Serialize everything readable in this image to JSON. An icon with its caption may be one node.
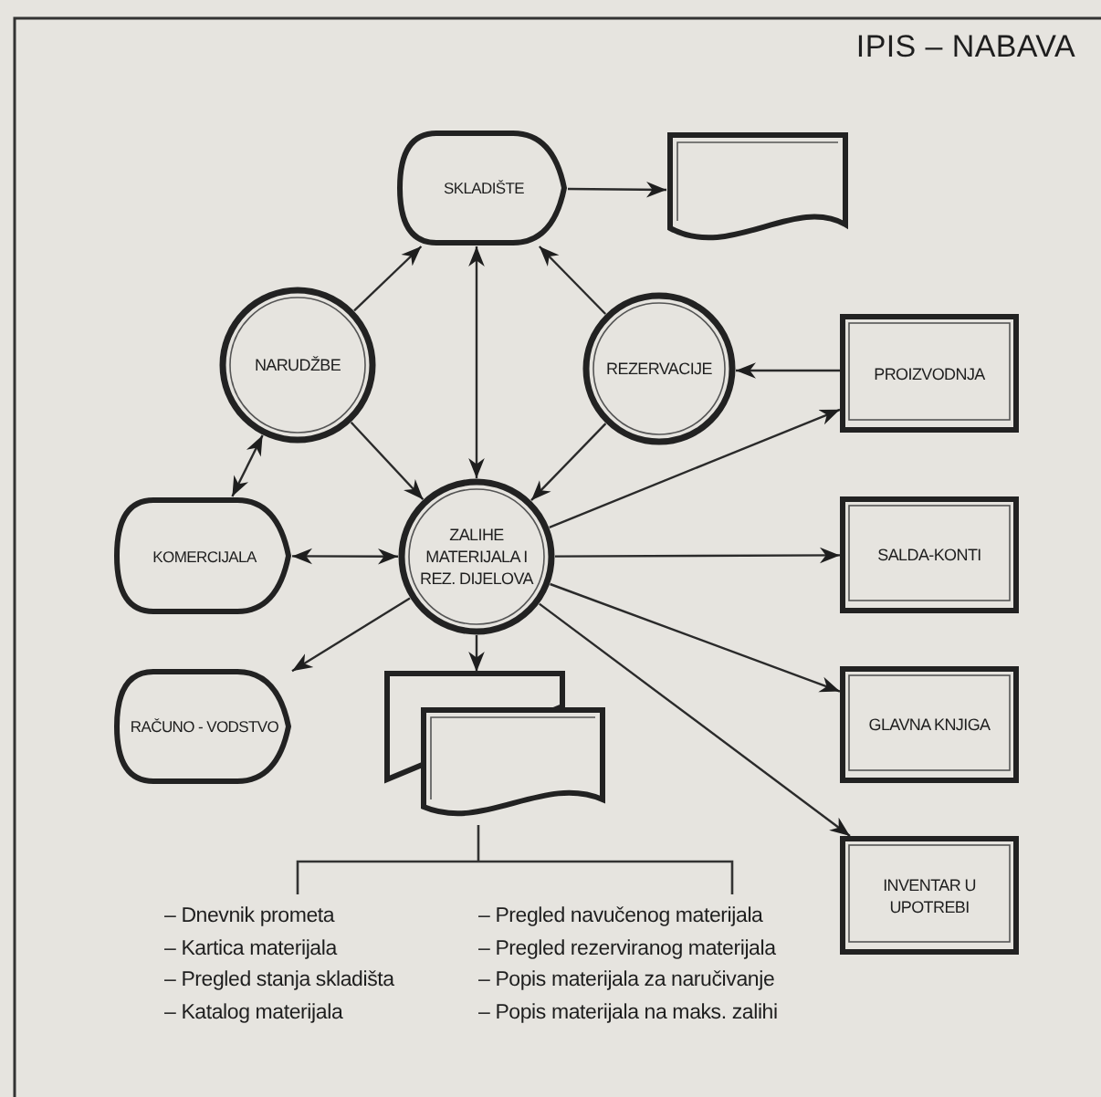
{
  "diagram": {
    "title": "IPIS – NABAVA",
    "nodes": [
      {
        "text": [
          "SKLADIŠTE"
        ]
      },
      {
        "text": [],
        "shape": "document"
      },
      {
        "text": [
          "NARUDŽBE"
        ]
      },
      {
        "text": [
          "REZERVACIJE"
        ]
      },
      {
        "text": [
          "PROIZVODNJA"
        ]
      },
      {
        "text": [
          "KOMERCIJALA"
        ]
      },
      {
        "text": [
          "ZALIHE MATERIJALA I REZ. DIJELOVA"
        ]
      },
      {
        "text": [
          "SALDA-KONTI"
        ]
      },
      {
        "text": [
          "RAČUNO - VODSTVO"
        ]
      },
      {
        "text": [],
        "shape": "documents"
      },
      {
        "text": [
          "GLAVNA KNJIGA"
        ]
      },
      {
        "text": [
          "INVENTAR U UPOTREBI"
        ]
      }
    ],
    "edges": [
      {
        "from": 0,
        "to": 1,
        "arrow": "to"
      },
      {
        "from": 2,
        "to": 0,
        "arrow": "to"
      },
      {
        "from": 6,
        "to": 0,
        "arrow": "both"
      },
      {
        "from": 3,
        "to": 0,
        "arrow": "to"
      },
      {
        "from": 2,
        "to": 6,
        "arrow": "to"
      },
      {
        "from": 3,
        "to": 6,
        "arrow": "to"
      },
      {
        "from": 4,
        "to": 3,
        "arrow": "to"
      },
      {
        "from": 2,
        "to": 5,
        "arrow": "both"
      },
      {
        "from": 5,
        "to": 6,
        "arrow": "both"
      },
      {
        "from": 6,
        "to": 4,
        "arrow": "to"
      },
      {
        "from": 6,
        "to": 7,
        "arrow": "to"
      },
      {
        "from": 6,
        "to": 10,
        "arrow": "to"
      },
      {
        "from": 6,
        "to": 11,
        "arrow": "to"
      },
      {
        "from": 6,
        "to": 8,
        "arrow": "to"
      },
      {
        "from": 6,
        "to": 9,
        "arrow": "to"
      }
    ],
    "labels": [
      "– Dnevnik prometa",
      "– Pregled navučenog materijala",
      "– Kartica materijala",
      "– Pregled rezerviranog materijala",
      "– Pregled stanja skladišta",
      "– Popis materijala za naručivanje",
      "– Katalog materijala",
      "– Popis materijala na maks. zalihi"
    ]
  }
}
